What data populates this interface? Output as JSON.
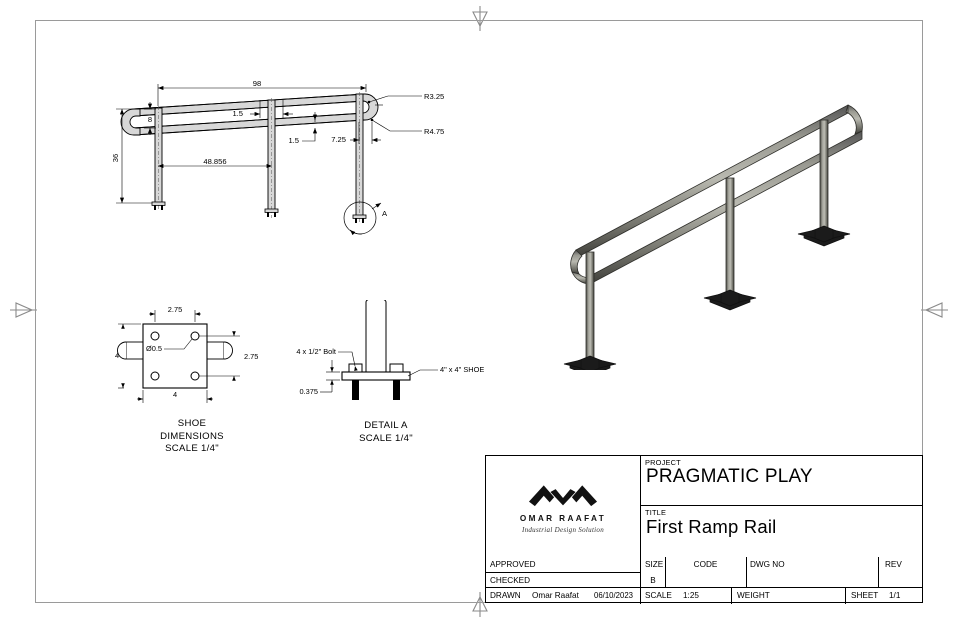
{
  "document": {
    "type": "cad-technical-drawing",
    "sheet_size": "B",
    "background": "#ffffff",
    "frame_color": "#9a9a9a"
  },
  "title_block": {
    "logo": {
      "icon": "mountain-chevron-logo",
      "name": "OMAR RAAFAT",
      "tagline": "Industrial Design Solution"
    },
    "project_label": "PROJECT",
    "project_value": "PRAGMATIC PLAY",
    "title_label": "TITLE",
    "title_value": "First Ramp Rail",
    "approved_label": "APPROVED",
    "approved_value": "",
    "checked_label": "CHECKED",
    "checked_value": "",
    "drawn_label": "DRAWN",
    "drawn_by": "Omar Raafat",
    "drawn_date": "06/10/2023",
    "size_label": "SIZE",
    "size_value": "B",
    "code_label": "CODE",
    "code_value": "",
    "dwg_no_label": "DWG NO",
    "dwg_no_value": "",
    "rev_label": "REV",
    "rev_value": "",
    "scale_label": "SCALE",
    "scale_value": "1:25",
    "weight_label": "WEIGHT",
    "weight_value": "",
    "sheet_label": "SHEET",
    "sheet_value": "1/1"
  },
  "views": {
    "elevation": {
      "name": "rail-elevation-view",
      "dimensions": {
        "overall_length": "98",
        "return_height": "8",
        "rail_height": "36",
        "post_spacing": "48.856",
        "rail_gap_top": "1.5",
        "rail_gap_bottom": "1.5",
        "end_offset": "7.25",
        "radius_inner": "R3.25",
        "radius_outer": "R4.75"
      },
      "detail_callout": "A"
    },
    "shoe": {
      "name": "shoe-dimensions-view",
      "label_line1": "SHOE",
      "label_line2": "DIMENSIONS",
      "label_line3": "SCALE 1/4\"",
      "dimensions": {
        "bolt_spacing_h": "2.75",
        "bolt_spacing_v": "2.75",
        "plate_width": "4",
        "plate_height": "4",
        "hole_dia": "Ø0.5"
      }
    },
    "detail_a": {
      "name": "detail-a-view",
      "label_line1": "DETAIL A",
      "label_line2": "SCALE 1/4\"",
      "annotations": {
        "bolt": "4 x 1/2\" Bolt",
        "shoe": "4\" x 4\" SHOE",
        "plate_thickness": "0.375"
      }
    },
    "isometric": {
      "name": "isometric-3d-view",
      "description": "Ramp handrail assembly, three posts with base shoes, two parallel rails with rounded returns"
    }
  },
  "markers": {
    "top": "center-mark-top",
    "bottom": "center-mark-bottom",
    "left": "center-mark-left",
    "right": "center-mark-right"
  }
}
